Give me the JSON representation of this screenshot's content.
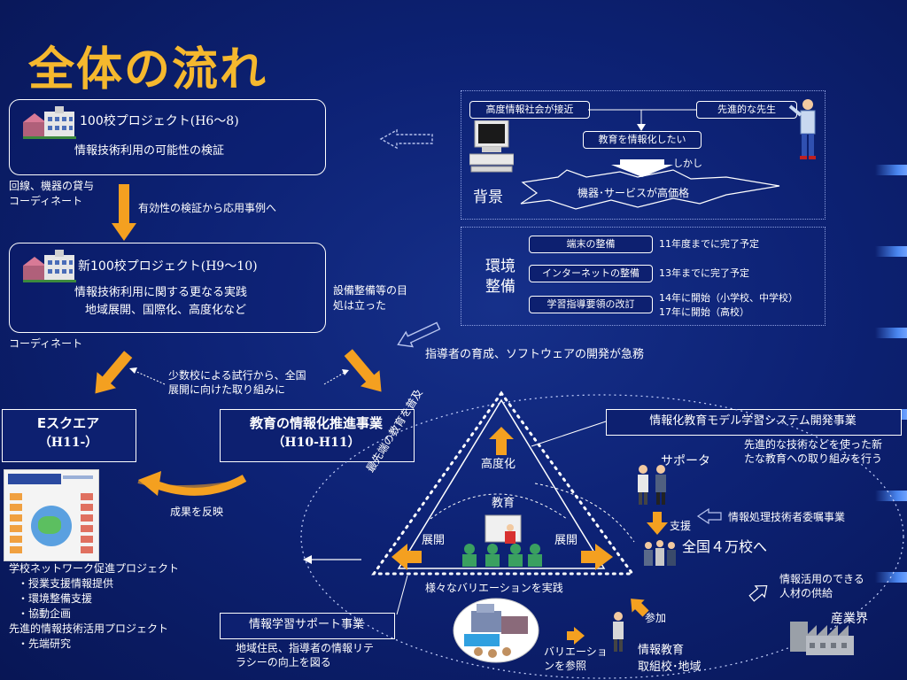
{
  "title": "全体の流れ",
  "project1": {
    "name": "100校プロジェクト",
    "period": "(H6～8)",
    "desc": "情報技術利用の可能性の検証"
  },
  "note_lending": [
    "回線、機器の貸与",
    "コーディネート"
  ],
  "arrow1_label": "有効性の検証から応用事例へ",
  "project2": {
    "name": "新100校プロジェクト",
    "period": "(H9～10)",
    "desc": [
      "情報技術利用に関する更なる実践",
      "地域展開、国際化、高度化など"
    ]
  },
  "note_equipment": [
    "設備整備等の目",
    "処は立った"
  ],
  "note_coordinate": "コーディネート",
  "background_panel": {
    "top_left": "高度情報社会が接近",
    "top_right": "先進的な先生",
    "center": "教育を情報化したい",
    "however": "しかし",
    "label": "背景",
    "burst": "機器･サービスが高価格"
  },
  "environment_panel": {
    "label": [
      "環境",
      "整備"
    ],
    "rows": [
      {
        "item": "端末の整備",
        "status": [
          "11年度までに完了予定"
        ]
      },
      {
        "item": "インターネットの整備",
        "status": [
          "13年までに完了予定"
        ]
      },
      {
        "item": "学習指導要領の改訂",
        "status": [
          "14年に開始（小学校、中学校）",
          "17年に開始（高校）"
        ]
      }
    ]
  },
  "urgent_note": "指導者の育成、ソフトウェアの開発が急務",
  "trial_note": [
    "少数校による試行から、全国",
    "展開に向けた取り組みに"
  ],
  "esquare": {
    "name": "Eスクエア",
    "period": "（H11-）"
  },
  "promotion": {
    "name": "教育の情報化推進事業",
    "period": "（H10-H11）"
  },
  "feedback": "成果を反映",
  "esquare_list": [
    "学校ネットワーク促進プロジェクト",
    "・授業支援情報提供",
    "・環境整備支援",
    "・協動企画",
    "先進的情報技術活用プロジェクト",
    "・先端研究"
  ],
  "triangle": {
    "side_label": "最先端の教育を普及",
    "top": "高度化",
    "center": "教育",
    "left": "展開",
    "right": "展開",
    "bottom": "様々なバリエーションを実践"
  },
  "model_project": {
    "name": "情報化教育モデル学習システム開発事業",
    "desc": [
      "先進的な技術などを使った新",
      "たな教育への取り組みを行う"
    ]
  },
  "supporter": "サポータ",
  "support": "支援",
  "commission": "情報処理技術者委嘱事業",
  "nationwide": "全国４万校へ",
  "supply": [
    "情報活用のできる",
    "人材の供給"
  ],
  "industry": "産業界",
  "learning_support": {
    "name": "情報学習サポート事業",
    "desc": [
      "地域住民、指導者の情報リテ",
      "ラシーの向上を図る"
    ]
  },
  "participate": "参加",
  "variation": [
    "バリエーショ",
    "ンを参照"
  ],
  "it_schools": [
    "情報教育",
    "取組校･地域"
  ]
}
